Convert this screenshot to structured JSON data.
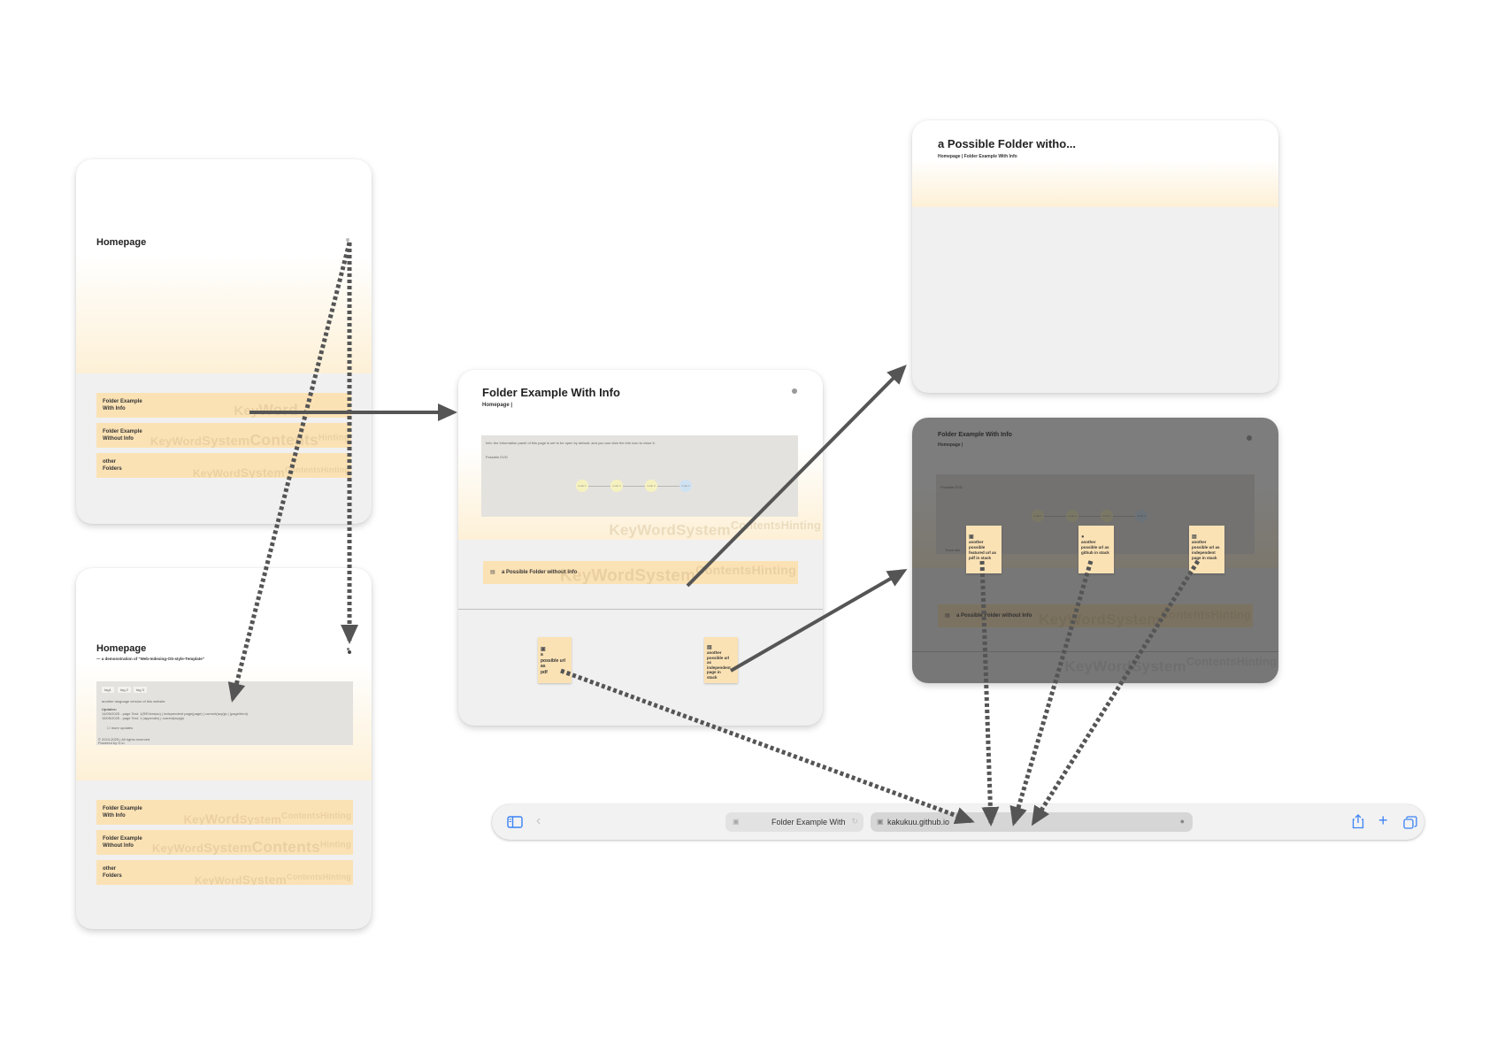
{
  "card_a": {
    "title": "Homepage",
    "folders": [
      {
        "label": "Folder Example\nWith Info"
      },
      {
        "label": "Folder Example\nWithout Info"
      },
      {
        "label": "other\nFolders"
      }
    ]
  },
  "card_b": {
    "title": "Homepage",
    "subtitle": "— a demonstration of \"Web-Indexing-OS-style-Template\"",
    "tags": [
      "tag1",
      "tag 2",
      "tag 3"
    ],
    "info_lines": [
      "another language version of this website",
      "Updates:",
      "14/05/2025 - page Test: 1(REVersion) | independent page(page) | current(acp)js | (page/html)",
      "15/05/2025 - page Test: 1 (appendix) | current(acp)js"
    ],
    "more": "☐ more updates",
    "footer": [
      "© 2024-2025 | All rights reserved",
      "Powered by G.io"
    ],
    "folders": [
      {
        "label": "Folder Example\nWith Info"
      },
      {
        "label": "Folder Example\nWithout Info"
      },
      {
        "label": "other\nFolders"
      }
    ]
  },
  "card_c": {
    "title": "Folder Example With Info",
    "breadcrumb": "Homepage |",
    "info_text": "Info: the information panel of this page is set to be open by default, and you can click the info icon to close it.",
    "possible_dvd": "Possible DVD",
    "nodes": [
      "node 1",
      "node 2",
      "node 3",
      "node 4"
    ],
    "folder_label": "a Possible Folder without Info",
    "stickies": [
      {
        "icon": "pdf-icon",
        "text": "a\npossible url as\npdf"
      },
      {
        "icon": "page-icon",
        "text": "another\npossible url\nas\nindependent\npage in\nstack"
      }
    ]
  },
  "card_d": {
    "title": "a Possible Folder witho...",
    "breadcrumb": "Homepage | Folder Example With Info"
  },
  "card_e": {
    "title": "Folder Example With Info",
    "breadcrumb": "Homepage |",
    "possible_dvd": "Possible DVD",
    "trace": "Trace site",
    "nodes": [
      "node 1",
      "node 2",
      "node 3",
      "node 4"
    ],
    "folder_label": "a Possible Folder without Info",
    "stickies": [
      {
        "icon": "pdf-icon",
        "text": "another\npossible\nfeatured url as\npdf in stack"
      },
      {
        "icon": "github-icon",
        "text": "another\npossible url as\ngithub in stack"
      },
      {
        "icon": "page-icon",
        "text": "another\npossible url as\nindependent\npage in stack"
      }
    ]
  },
  "keyword_watermark": {
    "k1": "Key",
    "k2": "Word",
    "k3": "System",
    "k4": "Contents",
    "k5": "Hinting"
  },
  "safari": {
    "tab_title": "Folder Example With",
    "url": "kakukuu.github.io"
  },
  "colors": {
    "folder_bar": "#fbe2b5",
    "page_gradient": "#fdf0d6",
    "card_bg": "#f0f0f0",
    "accent": "#3b82f6"
  }
}
